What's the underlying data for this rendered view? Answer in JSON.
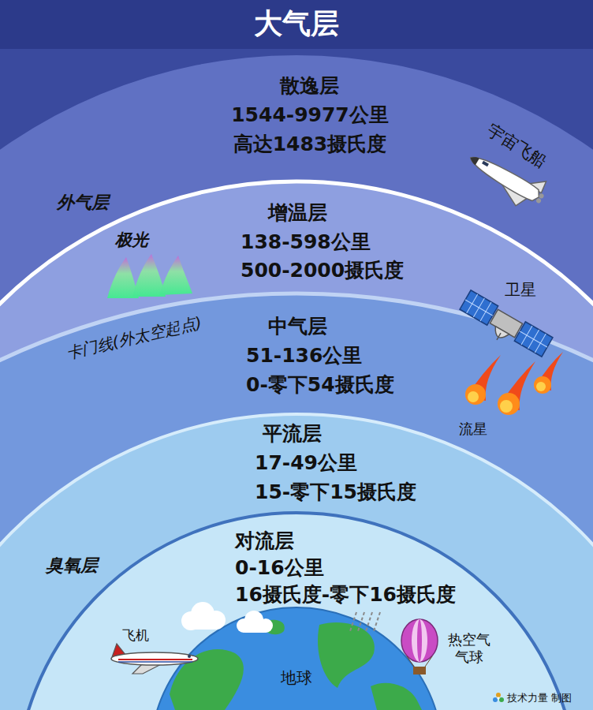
{
  "diagram": {
    "title": "大气层",
    "nodes": [
      {
        "text": [
          "散逸层",
          "1544-9977公里",
          "高达1483摄氏度"
        ]
      },
      {
        "text": [
          "增温层",
          "138-598公里",
          "500-2000摄氏度"
        ]
      },
      {
        "text": [
          "中气层",
          "51-136公里",
          "0-零下54摄氏度"
        ]
      },
      {
        "text": [
          "平流层",
          "17-49公里",
          "15-零下15摄氏度"
        ]
      },
      {
        "text": [
          "对流层",
          "0-16公里",
          "16摄氏度-零下16摄氏度"
        ]
      },
      {
        "text": [
          "地球"
        ]
      }
    ],
    "labels": [
      "外气层",
      "极光",
      "卡门线(外太空起点)",
      "宇宙飞船",
      "卫星",
      "流星",
      "臭氧层",
      "飞机",
      "热空气 气球",
      "技术力量 制图"
    ]
  }
}
